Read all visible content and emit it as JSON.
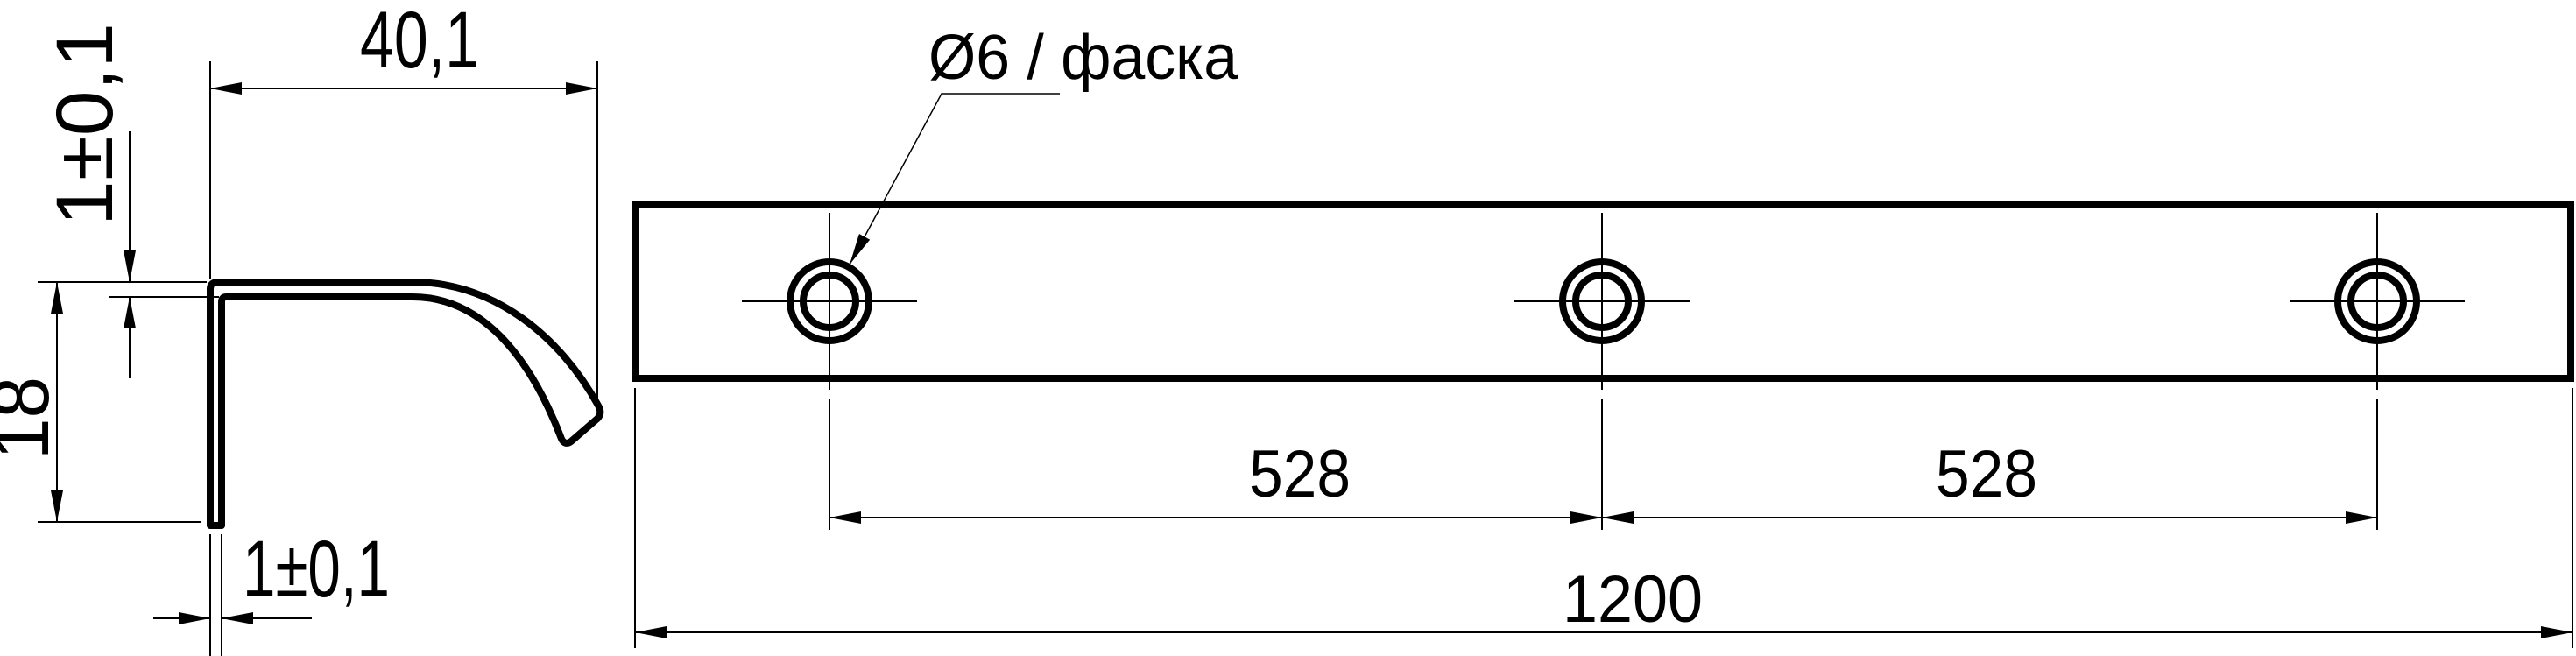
{
  "profile_view": {
    "width_label": "40,1",
    "height_label": "18",
    "top_thickness_label": "1±0,1",
    "wall_thickness_label": "1±0,1"
  },
  "plan_view": {
    "hole_callout": "Ø6 / фаска",
    "hole_spacing_1": "528",
    "hole_spacing_2": "528",
    "overall_length": "1200"
  },
  "colors": {
    "line": "#000000",
    "background": "#ffffff"
  }
}
